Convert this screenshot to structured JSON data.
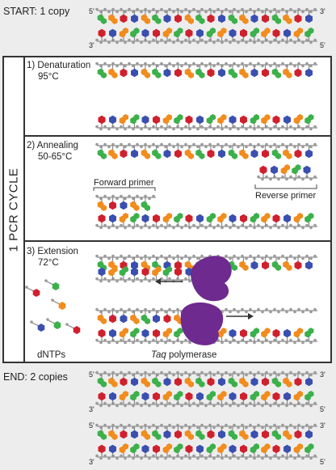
{
  "start_label": "START: 1 copy",
  "end_label": "END: 2 copies",
  "cycle_label": "1 PCR CYCLE",
  "end5": "5'",
  "end3": "3'",
  "steps": [
    {
      "title": "1) Denaturation",
      "temp": "95°C"
    },
    {
      "title": "2) Annealing",
      "temp": "50-65°C"
    },
    {
      "title": "3) Extension",
      "temp": "72°C"
    }
  ],
  "forward_primer": "Forward primer",
  "reverse_primer": "Reverse primer",
  "dntps": "dNTPs",
  "taq_italic": "Taq",
  "taq_rest": " polymerase",
  "colors": {
    "red": "#d0202e",
    "green": "#3cb04a",
    "orange": "#f28c1c",
    "blue": "#3a4fb0",
    "backbone": "#b7b7b7",
    "polymerase": "#6e2a8f"
  }
}
